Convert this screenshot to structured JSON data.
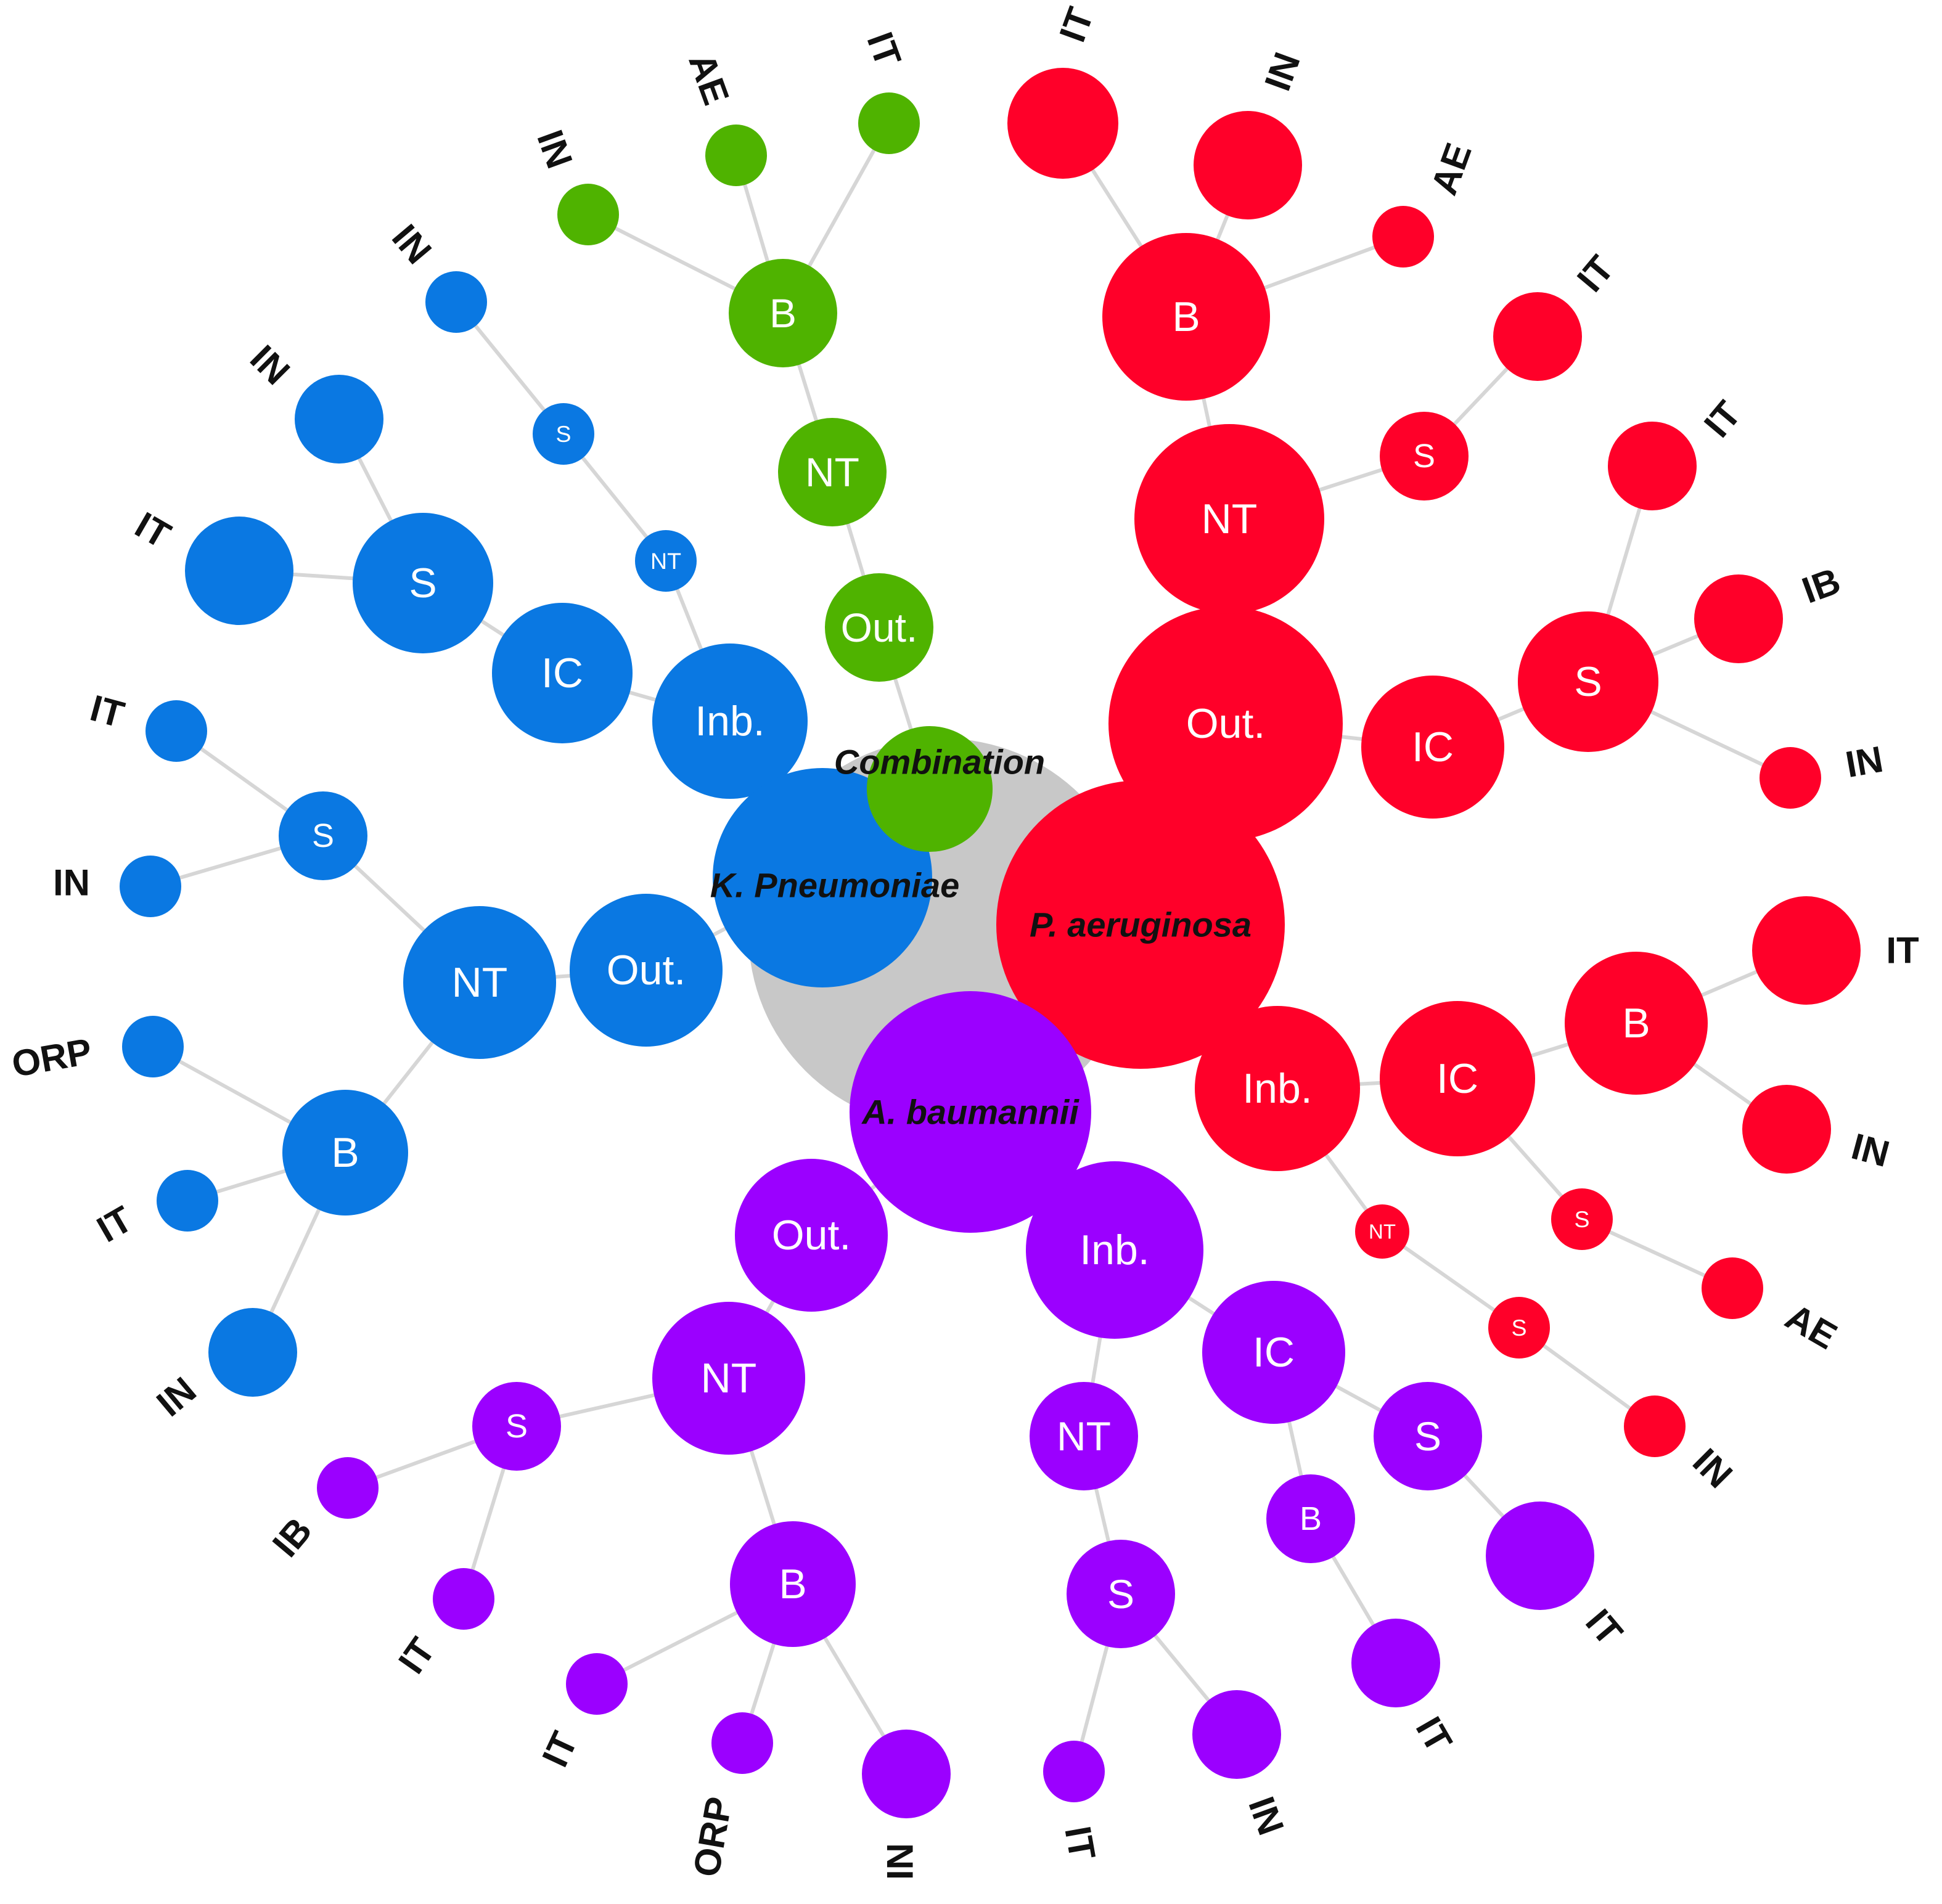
{
  "colors": {
    "center": "#c8c8c8",
    "red": "#ff0029",
    "blue": "#0a78e2",
    "green": "#4fb300",
    "purple": "#9b00ff",
    "edge": "#d6d6d6"
  },
  "center_label": "",
  "nodes": [
    {
      "id": "c",
      "label": "",
      "color": "center",
      "kind": "center"
    },
    {
      "id": "pa",
      "label": "P. aeruginosa",
      "color": "red",
      "kind": "root"
    },
    {
      "id": "kp",
      "label": "K. Pneumoniae",
      "color": "blue",
      "kind": "root"
    },
    {
      "id": "ab",
      "label": "A. baumannii",
      "color": "purple",
      "kind": "root"
    },
    {
      "id": "cb",
      "label": "Combination",
      "color": "green",
      "kind": "root"
    },
    {
      "id": "r_out",
      "label": "Out.",
      "color": "red",
      "kind": "inner"
    },
    {
      "id": "r_nt1",
      "label": "NT",
      "color": "red",
      "kind": "inner"
    },
    {
      "id": "r_b1",
      "label": "B",
      "color": "red",
      "kind": "inner"
    },
    {
      "id": "r_b1_it",
      "label": "",
      "color": "red",
      "kind": "leaf"
    },
    {
      "id": "r_b1_in",
      "label": "",
      "color": "red",
      "kind": "leaf"
    },
    {
      "id": "r_b1_ae",
      "label": "",
      "color": "red",
      "kind": "leaf"
    },
    {
      "id": "r_s1",
      "label": "S",
      "color": "red",
      "kind": "inner"
    },
    {
      "id": "r_s1_it",
      "label": "",
      "color": "red",
      "kind": "leaf"
    },
    {
      "id": "r_ic1",
      "label": "IC",
      "color": "red",
      "kind": "inner"
    },
    {
      "id": "r_s2",
      "label": "S",
      "color": "red",
      "kind": "inner"
    },
    {
      "id": "r_s2_it",
      "label": "",
      "color": "red",
      "kind": "leaf"
    },
    {
      "id": "r_s2_ib",
      "label": "",
      "color": "red",
      "kind": "leaf"
    },
    {
      "id": "r_s2_in",
      "label": "",
      "color": "red",
      "kind": "leaf"
    },
    {
      "id": "r_inb",
      "label": "Inb.",
      "color": "red",
      "kind": "inner"
    },
    {
      "id": "r_ic2",
      "label": "IC",
      "color": "red",
      "kind": "inner"
    },
    {
      "id": "r_b2",
      "label": "B",
      "color": "red",
      "kind": "inner"
    },
    {
      "id": "r_b2_it",
      "label": "",
      "color": "red",
      "kind": "leaf"
    },
    {
      "id": "r_b2_in",
      "label": "",
      "color": "red",
      "kind": "leaf"
    },
    {
      "id": "r_s3",
      "label": "S",
      "color": "red",
      "kind": "inner"
    },
    {
      "id": "r_s3_ae",
      "label": "",
      "color": "red",
      "kind": "leaf"
    },
    {
      "id": "r_nt2",
      "label": "NT",
      "color": "red",
      "kind": "inner"
    },
    {
      "id": "r_s4",
      "label": "S",
      "color": "red",
      "kind": "inner"
    },
    {
      "id": "r_s4_in",
      "label": "",
      "color": "red",
      "kind": "leaf"
    },
    {
      "id": "g_out",
      "label": "Out.",
      "color": "green",
      "kind": "inner"
    },
    {
      "id": "g_nt",
      "label": "NT",
      "color": "green",
      "kind": "inner"
    },
    {
      "id": "g_b",
      "label": "B",
      "color": "green",
      "kind": "inner"
    },
    {
      "id": "g_b_in",
      "label": "",
      "color": "green",
      "kind": "leaf"
    },
    {
      "id": "g_b_ae",
      "label": "",
      "color": "green",
      "kind": "leaf"
    },
    {
      "id": "g_b_it",
      "label": "",
      "color": "green",
      "kind": "leaf"
    },
    {
      "id": "b_inb",
      "label": "Inb.",
      "color": "blue",
      "kind": "inner"
    },
    {
      "id": "b_ic",
      "label": "IC",
      "color": "blue",
      "kind": "inner"
    },
    {
      "id": "b_s1",
      "label": "S",
      "color": "blue",
      "kind": "inner"
    },
    {
      "id": "b_s1_in",
      "label": "",
      "color": "blue",
      "kind": "leaf"
    },
    {
      "id": "b_s1_it",
      "label": "",
      "color": "blue",
      "kind": "leaf"
    },
    {
      "id": "b_nt1",
      "label": "NT",
      "color": "blue",
      "kind": "inner"
    },
    {
      "id": "b_s2",
      "label": "S",
      "color": "blue",
      "kind": "inner"
    },
    {
      "id": "b_s2_in",
      "label": "",
      "color": "blue",
      "kind": "leaf"
    },
    {
      "id": "b_out",
      "label": "Out.",
      "color": "blue",
      "kind": "inner"
    },
    {
      "id": "b_nt2",
      "label": "NT",
      "color": "blue",
      "kind": "inner"
    },
    {
      "id": "b_s3",
      "label": "S",
      "color": "blue",
      "kind": "inner"
    },
    {
      "id": "b_s3_it",
      "label": "",
      "color": "blue",
      "kind": "leaf"
    },
    {
      "id": "b_s3_in",
      "label": "",
      "color": "blue",
      "kind": "leaf"
    },
    {
      "id": "b_b",
      "label": "B",
      "color": "blue",
      "kind": "inner"
    },
    {
      "id": "b_b_orp",
      "label": "",
      "color": "blue",
      "kind": "leaf"
    },
    {
      "id": "b_b_it",
      "label": "",
      "color": "blue",
      "kind": "leaf"
    },
    {
      "id": "b_b_in",
      "label": "",
      "color": "blue",
      "kind": "leaf"
    },
    {
      "id": "p_out",
      "label": "Out.",
      "color": "purple",
      "kind": "inner"
    },
    {
      "id": "p_nt1",
      "label": "NT",
      "color": "purple",
      "kind": "inner"
    },
    {
      "id": "p_s1",
      "label": "S",
      "color": "purple",
      "kind": "inner"
    },
    {
      "id": "p_s1_ib",
      "label": "",
      "color": "purple",
      "kind": "leaf"
    },
    {
      "id": "p_s1_it",
      "label": "",
      "color": "purple",
      "kind": "leaf"
    },
    {
      "id": "p_b1",
      "label": "B",
      "color": "purple",
      "kind": "inner"
    },
    {
      "id": "p_b1_it",
      "label": "",
      "color": "purple",
      "kind": "leaf"
    },
    {
      "id": "p_b1_orp",
      "label": "",
      "color": "purple",
      "kind": "leaf"
    },
    {
      "id": "p_b1_in",
      "label": "",
      "color": "purple",
      "kind": "leaf"
    },
    {
      "id": "p_inb",
      "label": "Inb.",
      "color": "purple",
      "kind": "inner"
    },
    {
      "id": "p_nt2",
      "label": "NT",
      "color": "purple",
      "kind": "inner"
    },
    {
      "id": "p_s2",
      "label": "S",
      "color": "purple",
      "kind": "inner"
    },
    {
      "id": "p_s2_it",
      "label": "",
      "color": "purple",
      "kind": "leaf"
    },
    {
      "id": "p_s2_in",
      "label": "",
      "color": "purple",
      "kind": "leaf"
    },
    {
      "id": "p_ic",
      "label": "IC",
      "color": "purple",
      "kind": "inner"
    },
    {
      "id": "p_b2",
      "label": "B",
      "color": "purple",
      "kind": "inner"
    },
    {
      "id": "p_b2_it",
      "label": "",
      "color": "purple",
      "kind": "leaf"
    },
    {
      "id": "p_s3",
      "label": "S",
      "color": "purple",
      "kind": "inner"
    },
    {
      "id": "p_s3_it",
      "label": "",
      "color": "purple",
      "kind": "leaf"
    }
  ],
  "edges": [
    [
      "pa",
      "r_out"
    ],
    [
      "r_out",
      "r_nt1"
    ],
    [
      "r_nt1",
      "r_b1"
    ],
    [
      "r_b1",
      "r_b1_it"
    ],
    [
      "r_b1",
      "r_b1_in"
    ],
    [
      "r_b1",
      "r_b1_ae"
    ],
    [
      "r_nt1",
      "r_s1"
    ],
    [
      "r_s1",
      "r_s1_it"
    ],
    [
      "r_out",
      "r_ic1"
    ],
    [
      "r_ic1",
      "r_s2"
    ],
    [
      "r_s2",
      "r_s2_it"
    ],
    [
      "r_s2",
      "r_s2_ib"
    ],
    [
      "r_s2",
      "r_s2_in"
    ],
    [
      "pa",
      "r_inb"
    ],
    [
      "r_inb",
      "r_ic2"
    ],
    [
      "r_ic2",
      "r_b2"
    ],
    [
      "r_b2",
      "r_b2_it"
    ],
    [
      "r_b2",
      "r_b2_in"
    ],
    [
      "r_ic2",
      "r_s3"
    ],
    [
      "r_s3",
      "r_s3_ae"
    ],
    [
      "r_inb",
      "r_nt2"
    ],
    [
      "r_nt2",
      "r_s4"
    ],
    [
      "r_s4",
      "r_s4_in"
    ],
    [
      "cb",
      "g_out"
    ],
    [
      "g_out",
      "g_nt"
    ],
    [
      "g_nt",
      "g_b"
    ],
    [
      "g_b",
      "g_b_in"
    ],
    [
      "g_b",
      "g_b_ae"
    ],
    [
      "g_b",
      "g_b_it"
    ],
    [
      "kp",
      "b_inb"
    ],
    [
      "b_inb",
      "b_ic"
    ],
    [
      "b_ic",
      "b_s1"
    ],
    [
      "b_s1",
      "b_s1_in"
    ],
    [
      "b_s1",
      "b_s1_it"
    ],
    [
      "b_inb",
      "b_nt1"
    ],
    [
      "b_nt1",
      "b_s2"
    ],
    [
      "b_s2",
      "b_s2_in"
    ],
    [
      "kp",
      "b_out"
    ],
    [
      "b_out",
      "b_nt2"
    ],
    [
      "b_nt2",
      "b_s3"
    ],
    [
      "b_s3",
      "b_s3_it"
    ],
    [
      "b_s3",
      "b_s3_in"
    ],
    [
      "b_nt2",
      "b_b"
    ],
    [
      "b_b",
      "b_b_orp"
    ],
    [
      "b_b",
      "b_b_it"
    ],
    [
      "b_b",
      "b_b_in"
    ],
    [
      "ab",
      "p_out"
    ],
    [
      "p_out",
      "p_nt1"
    ],
    [
      "p_nt1",
      "p_s1"
    ],
    [
      "p_s1",
      "p_s1_ib"
    ],
    [
      "p_s1",
      "p_s1_it"
    ],
    [
      "p_nt1",
      "p_b1"
    ],
    [
      "p_b1",
      "p_b1_it"
    ],
    [
      "p_b1",
      "p_b1_orp"
    ],
    [
      "p_b1",
      "p_b1_in"
    ],
    [
      "ab",
      "p_inb"
    ],
    [
      "p_inb",
      "p_nt2"
    ],
    [
      "p_nt2",
      "p_s2"
    ],
    [
      "p_s2",
      "p_s2_it"
    ],
    [
      "p_s2",
      "p_s2_in"
    ],
    [
      "p_inb",
      "p_ic"
    ],
    [
      "p_ic",
      "p_b2"
    ],
    [
      "p_b2",
      "p_b2_it"
    ],
    [
      "p_ic",
      "p_s3"
    ],
    [
      "p_s3",
      "p_s3_it"
    ]
  ],
  "leaf_labels": [
    {
      "node": "r_b1_it",
      "text": "IT"
    },
    {
      "node": "r_b1_in",
      "text": "IN"
    },
    {
      "node": "r_b1_ae",
      "text": "AE"
    },
    {
      "node": "r_s1_it",
      "text": "IT"
    },
    {
      "node": "r_s2_it",
      "text": "IT"
    },
    {
      "node": "r_s2_ib",
      "text": "IB"
    },
    {
      "node": "r_s2_in",
      "text": "IN"
    },
    {
      "node": "r_b2_it",
      "text": "IT"
    },
    {
      "node": "r_b2_in",
      "text": "IN"
    },
    {
      "node": "r_s3_ae",
      "text": "AE"
    },
    {
      "node": "r_s4_in",
      "text": "IN"
    },
    {
      "node": "g_b_in",
      "text": "IN"
    },
    {
      "node": "g_b_ae",
      "text": "AE"
    },
    {
      "node": "g_b_it",
      "text": "IT"
    },
    {
      "node": "b_s2_in",
      "text": "IN"
    },
    {
      "node": "b_s1_in",
      "text": "IN"
    },
    {
      "node": "b_s1_it",
      "text": "IT"
    },
    {
      "node": "b_s3_it",
      "text": "IT"
    },
    {
      "node": "b_s3_in",
      "text": "IN"
    },
    {
      "node": "b_b_orp",
      "text": "ORP"
    },
    {
      "node": "b_b_it",
      "text": "IT"
    },
    {
      "node": "b_b_in",
      "text": "IN"
    },
    {
      "node": "p_s1_ib",
      "text": "IB"
    },
    {
      "node": "p_s1_it",
      "text": "IT"
    },
    {
      "node": "p_b1_it",
      "text": "IT"
    },
    {
      "node": "p_b1_orp",
      "text": "ORP"
    },
    {
      "node": "p_b1_in",
      "text": "IN"
    },
    {
      "node": "p_s2_it",
      "text": "IT"
    },
    {
      "node": "p_s2_in",
      "text": "IN"
    },
    {
      "node": "p_b2_it",
      "text": "IT"
    },
    {
      "node": "p_s3_it",
      "text": "IT"
    }
  ]
}
